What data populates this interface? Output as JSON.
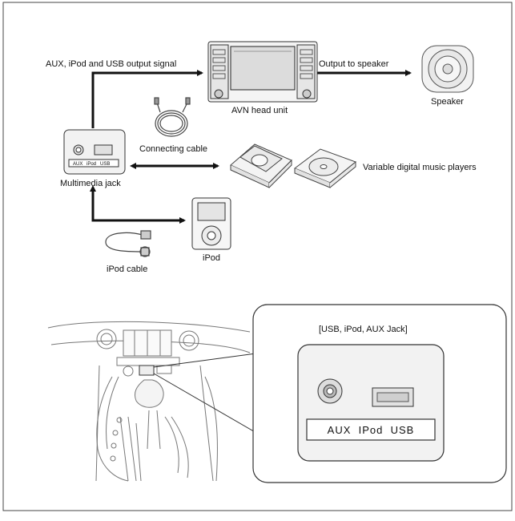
{
  "diagram": {
    "labels": {
      "output_signal": "AUX, iPod and USB output signal",
      "output_speaker": "Output to speaker",
      "head_unit": "AVN head unit",
      "speaker": "Speaker",
      "connecting_cable": "Connecting cable",
      "multimedia_jack": "Multimedia jack",
      "music_players": "Variable digital music players",
      "ipod": "iPod",
      "ipod_cable": "iPod cable"
    },
    "jack_small_text": [
      "AUX",
      "iPod",
      "USB"
    ]
  },
  "detail": {
    "title": "[USB, iPod, AUX Jack]",
    "jack_label": "AUX  IPod  USB"
  }
}
